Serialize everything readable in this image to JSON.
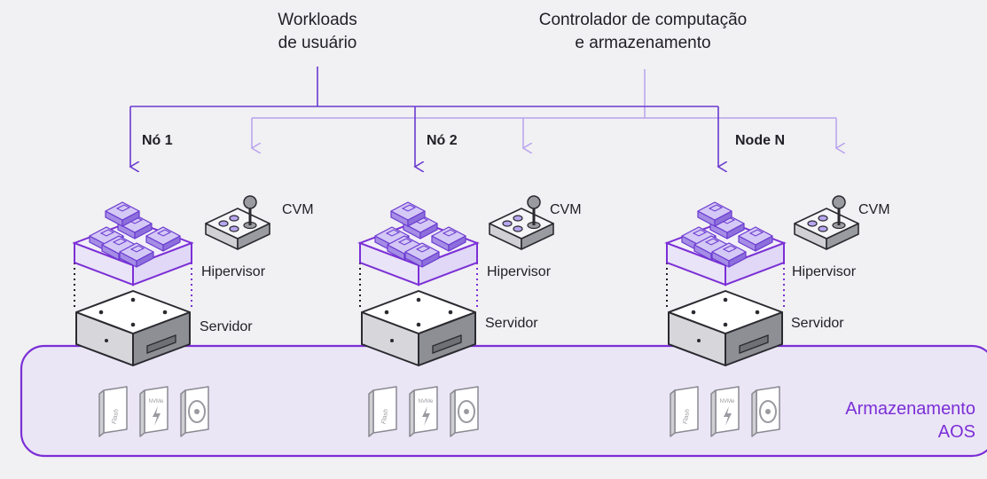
{
  "header": {
    "workloads": "Workloads\nde usuário",
    "controller": "Controlador de computação\ne armazenamento"
  },
  "nodes": [
    {
      "name": "Nó 1",
      "cvm": "CVM",
      "hypervisor": "Hipervisor",
      "server": "Servidor",
      "drives": [
        "Flash",
        "NVMe",
        ""
      ]
    },
    {
      "name": "Nó 2",
      "cvm": "CVM",
      "hypervisor": "Hipervisor",
      "server": "Servidor",
      "drives": [
        "Flash",
        "NVMe",
        ""
      ]
    },
    {
      "name": "Node N",
      "cvm": "CVM",
      "hypervisor": "Hipervisor",
      "server": "Servidor",
      "drives": [
        "Flash",
        "NVMe",
        ""
      ]
    }
  ],
  "storage": {
    "label": "Armazenamento\nAOS"
  },
  "colors": {
    "purple": "#7b2fd6",
    "light_purple": "#b8a3ee",
    "container_fill": "#ebe6f6",
    "background": "#f1f0f2"
  }
}
